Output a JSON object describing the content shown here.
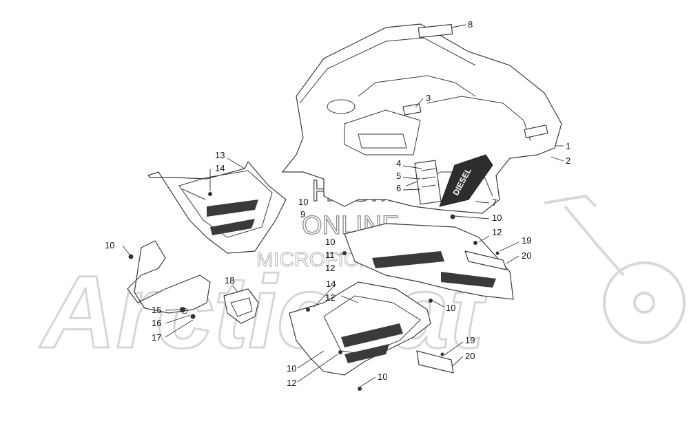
{
  "watermark": {
    "brand": "Arcticcat",
    "line1": "HLSM",
    "line2": "ONLINE",
    "line3": "MICROFICHE"
  },
  "callouts": [
    {
      "id": "c1",
      "label": "1"
    },
    {
      "id": "c2",
      "label": "2"
    },
    {
      "id": "c3",
      "label": "3"
    },
    {
      "id": "c4",
      "label": "4"
    },
    {
      "id": "c5",
      "label": "5"
    },
    {
      "id": "c6",
      "label": "6"
    },
    {
      "id": "c7",
      "label": "7"
    },
    {
      "id": "c8",
      "label": "8"
    },
    {
      "id": "c9",
      "label": "9"
    },
    {
      "id": "c10a",
      "label": "10"
    },
    {
      "id": "c10b",
      "label": "10"
    },
    {
      "id": "c10c",
      "label": "10"
    },
    {
      "id": "c10d",
      "label": "10"
    },
    {
      "id": "c10e",
      "label": "10"
    },
    {
      "id": "c10f",
      "label": "10"
    },
    {
      "id": "c10g",
      "label": "10"
    },
    {
      "id": "c11",
      "label": "11"
    },
    {
      "id": "c12a",
      "label": "12"
    },
    {
      "id": "c12b",
      "label": "12"
    },
    {
      "id": "c12c",
      "label": "12"
    },
    {
      "id": "c12d",
      "label": "12"
    },
    {
      "id": "c13",
      "label": "13"
    },
    {
      "id": "c14a",
      "label": "14"
    },
    {
      "id": "c14b",
      "label": "14"
    },
    {
      "id": "c15",
      "label": "15"
    },
    {
      "id": "c16",
      "label": "16"
    },
    {
      "id": "c17",
      "label": "17"
    },
    {
      "id": "c18",
      "label": "18"
    },
    {
      "id": "c19a",
      "label": "19"
    },
    {
      "id": "c19b",
      "label": "19"
    },
    {
      "id": "c20a",
      "label": "20"
    },
    {
      "id": "c20b",
      "label": "20"
    }
  ],
  "fender_decal_text": "DIESEL"
}
